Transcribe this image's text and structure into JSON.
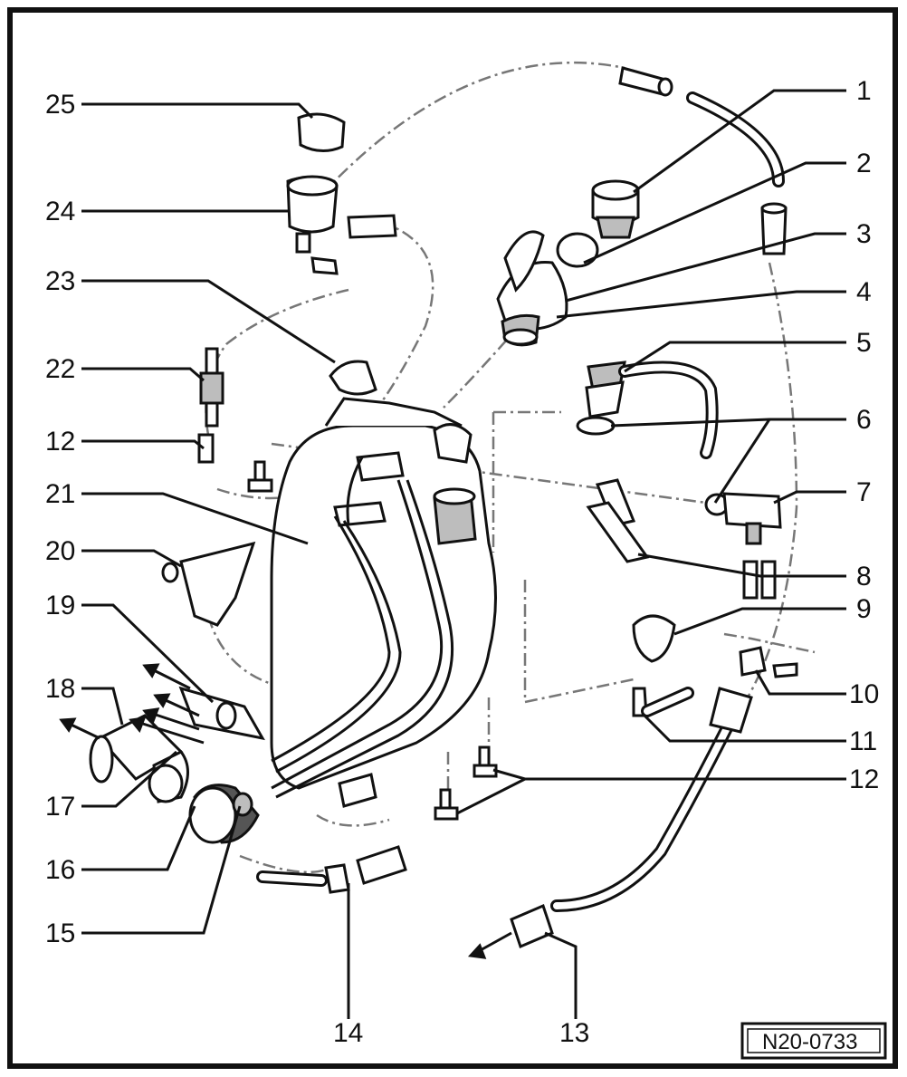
{
  "callouts": [
    "1",
    "2",
    "3",
    "4",
    "5",
    "6",
    "7",
    "8",
    "9",
    "10",
    "11",
    "12",
    "13",
    "14",
    "15",
    "16",
    "17",
    "18",
    "19",
    "20",
    "21",
    "22",
    "23",
    "24",
    "25"
  ],
  "callout_extra": {
    "label_12a": "12",
    "label_12b": "12"
  },
  "figure_code": "N20-0733",
  "colors": {
    "line": "#111111",
    "fill": "#bdbdbd",
    "dash": "#777777"
  }
}
